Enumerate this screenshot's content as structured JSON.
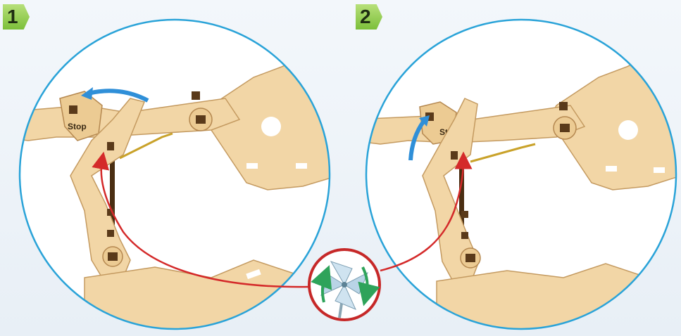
{
  "steps": [
    {
      "number": "1",
      "stop_label": "Stop"
    },
    {
      "number": "2",
      "stop_label": "Sto"
    }
  ],
  "colors": {
    "circle_border": "#2aa3d8",
    "wood_light": "#f2d6a6",
    "wood_edge": "#c49a60",
    "slot": "#5a3a1a",
    "arrow_red": "#d42a2a",
    "arrow_blue": "#2f8fd8",
    "windmill_ring": "#c62828",
    "rotate_green": "#2ea35a"
  },
  "icons": [
    "windmill-icon",
    "rotate-arrow-icon",
    "motion-arrow-icon"
  ]
}
